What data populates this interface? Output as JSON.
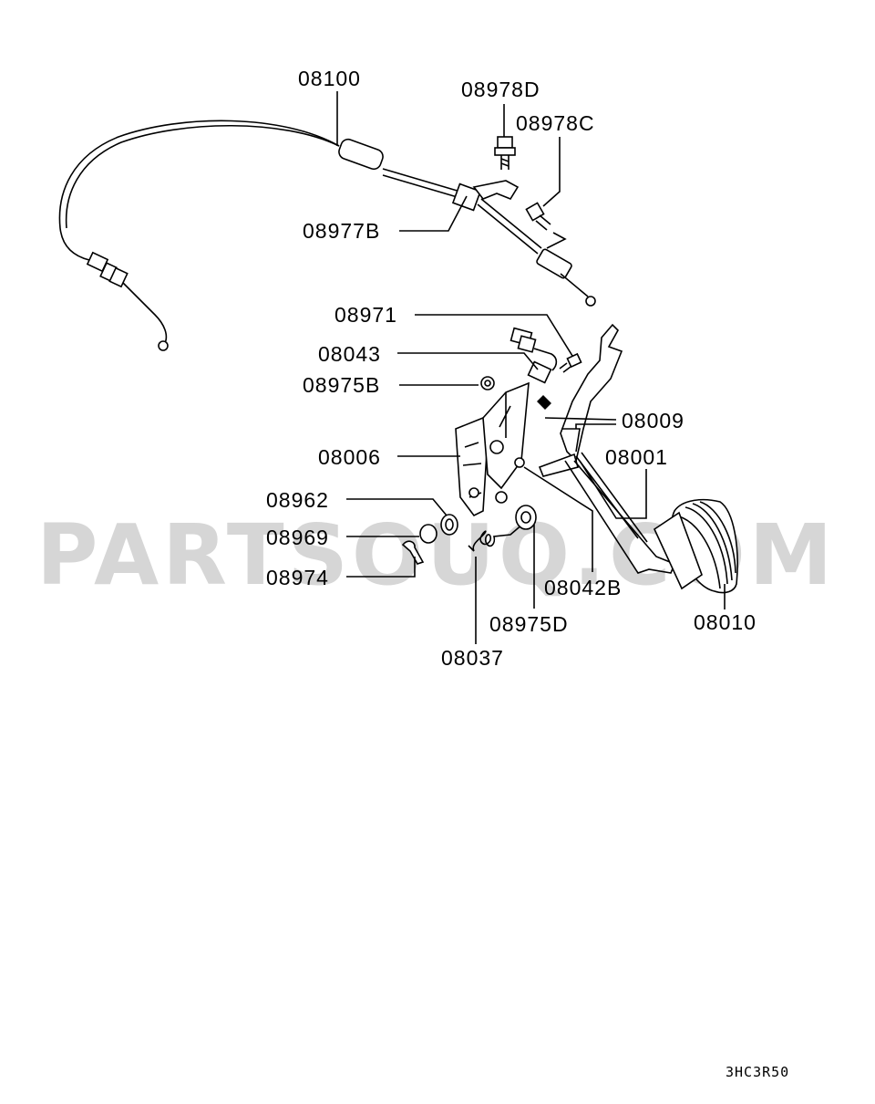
{
  "watermark": "PARTSOUQ.COM",
  "diagram_code": "3HC3R50",
  "callouts": [
    {
      "id": "c-08100",
      "text": "08100"
    },
    {
      "id": "c-08978D",
      "text": "08978D"
    },
    {
      "id": "c-08978C",
      "text": "08978C"
    },
    {
      "id": "c-08977B",
      "text": "08977B"
    },
    {
      "id": "c-08971",
      "text": "08971"
    },
    {
      "id": "c-08043",
      "text": "08043"
    },
    {
      "id": "c-08975B",
      "text": "08975B"
    },
    {
      "id": "c-08009",
      "text": "08009"
    },
    {
      "id": "c-08006",
      "text": "08006"
    },
    {
      "id": "c-08001",
      "text": "08001"
    },
    {
      "id": "c-08962",
      "text": "08962"
    },
    {
      "id": "c-08969",
      "text": "08969"
    },
    {
      "id": "c-08974",
      "text": "08974"
    },
    {
      "id": "c-08042B",
      "text": "08042B"
    },
    {
      "id": "c-08975D",
      "text": "08975D"
    },
    {
      "id": "c-08010",
      "text": "08010"
    },
    {
      "id": "c-08037",
      "text": "08037"
    }
  ]
}
